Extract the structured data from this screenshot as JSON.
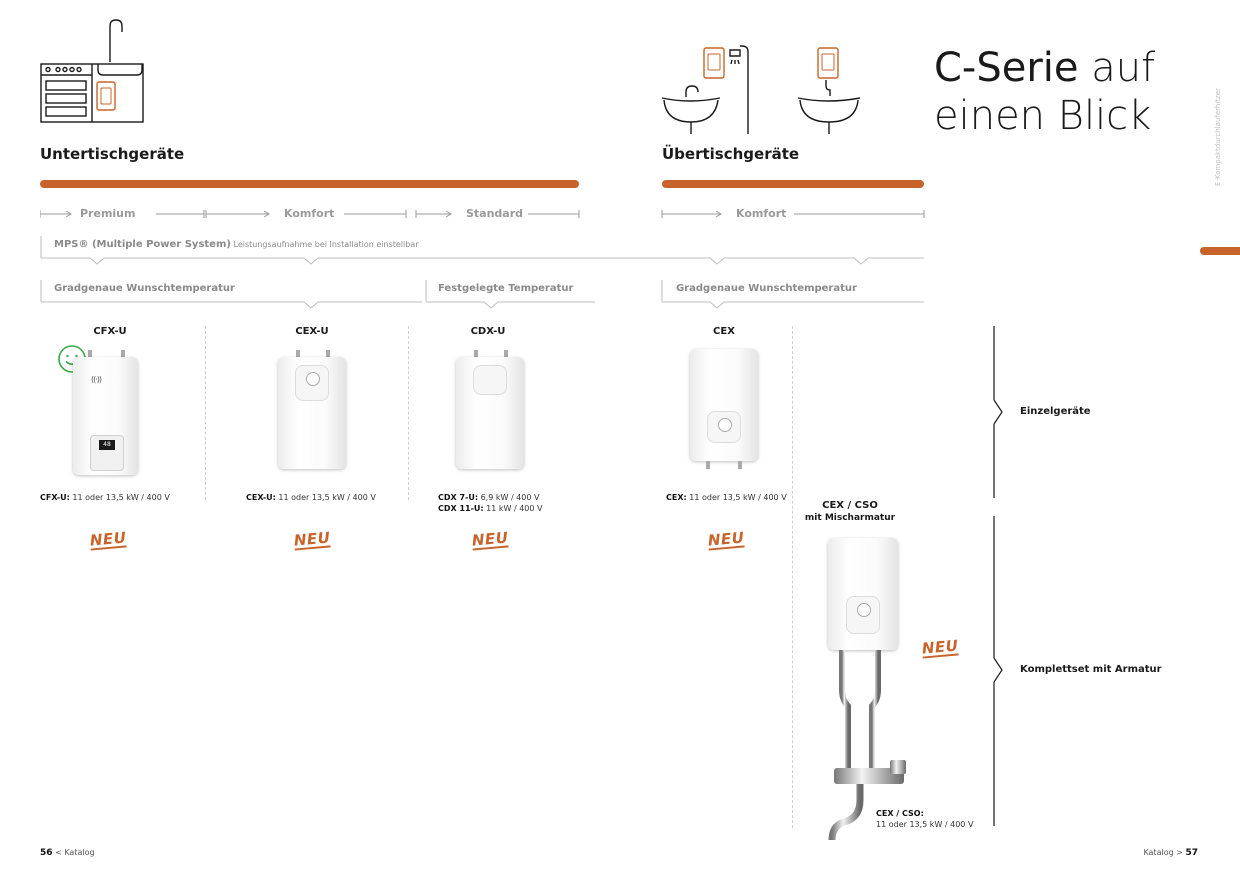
{
  "title": {
    "bold": "C-Serie",
    "rest1": " auf",
    "line2": "einen Blick"
  },
  "side_note": "E-Kompaktdurchlauferhitzer",
  "sections": {
    "under": "Untertischgeräte",
    "over": "Übertischgeräte"
  },
  "tiers": {
    "premium": "Premium",
    "komfort": "Komfort",
    "standard": "Standard",
    "komfort_over": "Komfort"
  },
  "mps": {
    "bold": "MPS® (Multiple Power System)",
    "rest": " Leistungsaufnahme bei Installation einstellbar"
  },
  "temps": {
    "gradgenau1": "Gradgenaue Wunschtemperatur",
    "festgelegt": "Festgelegte Temperatur",
    "gradgenau2": "Gradgenaue Wunschtemperatur"
  },
  "products": [
    {
      "name": "CFX-U",
      "spec_label": "CFX-U:",
      "spec": " 11 oder 13,5 kW / 400 V",
      "neu": "NEU",
      "display": "48"
    },
    {
      "name": "CEX-U",
      "spec_label": "CEX-U:",
      "spec": " 11 oder 13,5 kW / 400 V",
      "neu": "NEU"
    },
    {
      "name": "CDX-U",
      "spec_label": "CDX 7-U:",
      "spec": " 6,9 kW / 400 V",
      "spec_label2": "CDX 11-U:",
      "spec2": " 11 kW / 400 V",
      "neu": "NEU"
    },
    {
      "name": "CEX",
      "spec_label": "CEX:",
      "spec": " 11 oder 13,5 kW / 400 V",
      "neu": "NEU"
    }
  ],
  "set": {
    "name1": "CEX / CSO",
    "name2": "mit Mischarmatur",
    "spec_label": "CEX / CSO:",
    "spec": "11 oder 13,5 kW / 400 V",
    "neu": "NEU"
  },
  "right_labels": {
    "single": "Einzelgeräte",
    "set": "Komplettset mit Armatur"
  },
  "footer": {
    "left_num": "56",
    "left_text": " < Katalog",
    "right_text": "Katalog > ",
    "right_num": "57"
  },
  "colors": {
    "accent": "#c8642b",
    "smiley": "#3aa84a"
  }
}
